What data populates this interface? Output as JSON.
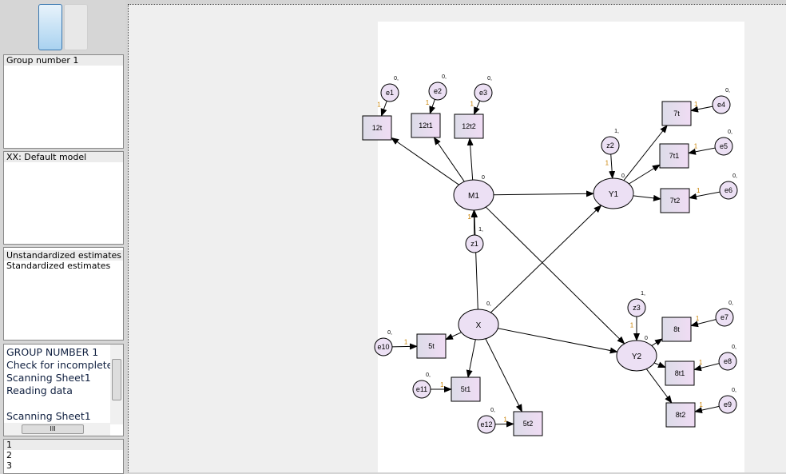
{
  "left": {
    "groups": [
      "Group number 1"
    ],
    "models": [
      "XX: Default model"
    ],
    "estimates": [
      "Unstandardized estimates",
      "Standardized estimates"
    ],
    "log": [
      "GROUP NUMBER 1",
      "Check for incomplete",
      "Scanning Sheet1",
      "Reading data",
      "",
      "Scanning Sheet1"
    ],
    "hscroll_grip": "III",
    "list": [
      "1",
      "2",
      "3"
    ]
  },
  "diagram": {
    "observed": [
      "12t",
      "12t1",
      "12t2",
      "7t",
      "7t1",
      "7t2",
      "8t",
      "8t1",
      "8t2",
      "5t",
      "5t1",
      "5t2"
    ],
    "latent": [
      "M1",
      "Y1",
      "Y2",
      "X"
    ],
    "errors": [
      "e1",
      "e2",
      "e3",
      "z2",
      "e4",
      "e5",
      "e6",
      "z1",
      "z3",
      "e7",
      "e8",
      "e9",
      "e10",
      "e11",
      "e12"
    ],
    "error_variance_label": "0,",
    "disturbance_label": "1,",
    "mean_label": "0",
    "x_label": "0,",
    "weight_label": "1",
    "colors": {
      "node_fill": "#ece0f4",
      "line": "#000000",
      "weight": "#c88000"
    }
  }
}
